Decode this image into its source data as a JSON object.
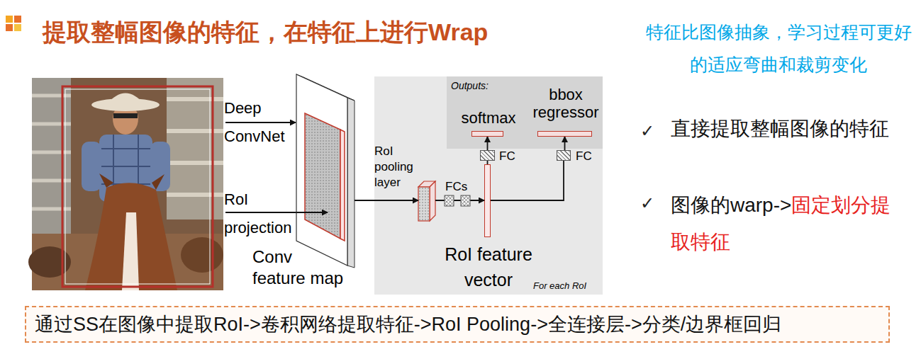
{
  "diagram": {
    "title": "提取整幅图像的特征，在特征上进行Wrap",
    "nodes": [
      {
        "text": [
          "Conv feature map"
        ]
      },
      {
        "text": [
          "For each RoI"
        ]
      },
      {
        "text": [
          "RoI pooling layer"
        ],
        "in": 1
      },
      {
        "text": [
          "RoI feature vector"
        ],
        "in": 1
      },
      {
        "text": [
          "Outputs:"
        ],
        "in": 1
      },
      {
        "text": [
          "FC"
        ],
        "in": 1
      },
      {
        "text": [
          "FC"
        ],
        "in": 1
      },
      {
        "text": [
          "softmax"
        ],
        "in": 4
      },
      {
        "text": [
          "bbox regressor"
        ],
        "in": 4
      },
      {
        "text": [
          "通过SS在图像中提取RoI->卷积网络提取特征->RoI Pooling->全连接层->分类/边界框回归"
        ]
      }
    ],
    "edges": [
      {
        "from": 0,
        "to": 2,
        "arrow": "to"
      },
      {
        "from": 2,
        "to": 3,
        "arrow": "to"
      },
      {
        "from": 3,
        "to": 5,
        "arrow": "none"
      },
      {
        "from": 5,
        "to": 7,
        "arrow": "to"
      },
      {
        "from": 3,
        "to": 6,
        "arrow": "none"
      },
      {
        "from": 6,
        "to": 8,
        "arrow": "to"
      }
    ],
    "labels": [
      "Deep ConvNet",
      "RoI projection",
      "FCs",
      "特征比图像抽象，学习过程可更好的适应弯曲和裁剪变化",
      "✓",
      "直接提取整幅图像的特征",
      "✓",
      "图像的warp->",
      "固定划分提取特征"
    ]
  }
}
